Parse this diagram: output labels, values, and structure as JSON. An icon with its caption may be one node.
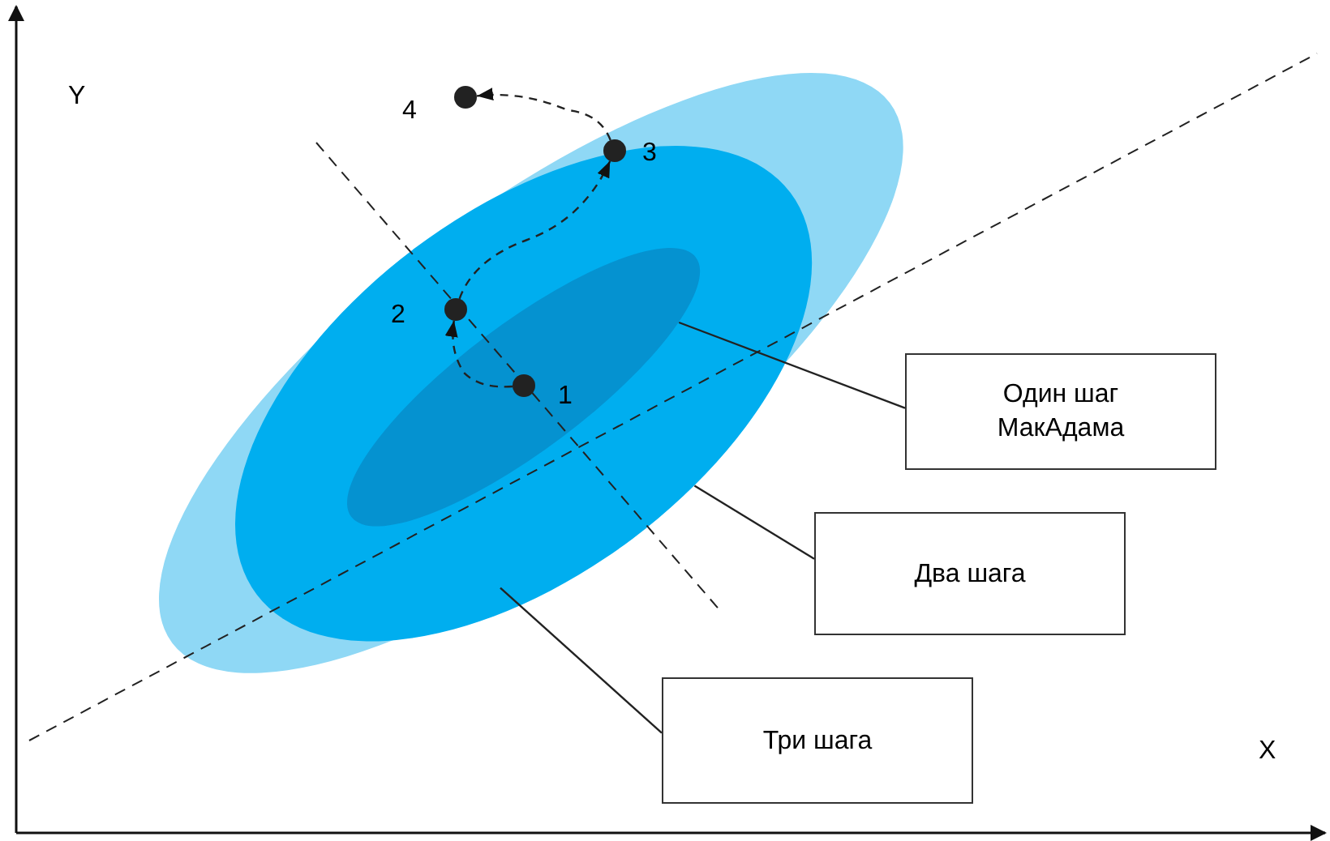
{
  "diagram": {
    "nodes": [
      {
        "text": [],
        "shape": "ellipse"
      },
      {
        "text": [],
        "shape": "ellipse",
        "in": 0
      },
      {
        "text": [],
        "shape": "ellipse",
        "in": 1
      },
      {
        "text": [],
        "shape": "circle",
        "beside": [
          "1"
        ],
        "in": 2
      },
      {
        "text": [],
        "shape": "circle",
        "beside": [
          "2"
        ],
        "in": 1
      },
      {
        "text": [],
        "shape": "circle",
        "beside": [
          "3"
        ],
        "in": 0
      },
      {
        "text": [],
        "shape": "circle",
        "beside": [
          "4"
        ]
      },
      {
        "text": [
          "Один шаг МакАдама"
        ]
      },
      {
        "text": [
          "Два шага"
        ]
      },
      {
        "text": [
          "Три шага"
        ]
      }
    ],
    "edges": [
      {
        "from": 7,
        "to": 2,
        "arrow": "none"
      },
      {
        "from": 8,
        "to": 1,
        "arrow": "none"
      },
      {
        "from": 9,
        "to": 0,
        "arrow": "none"
      },
      {
        "from": 3,
        "to": 4,
        "arrow": "to",
        "style": "dashed"
      },
      {
        "from": 4,
        "to": 5,
        "arrow": "to",
        "style": "dashed"
      },
      {
        "from": 5,
        "to": 6,
        "arrow": "to",
        "style": "dashed"
      }
    ],
    "labels": [
      "Y",
      "X"
    ]
  }
}
